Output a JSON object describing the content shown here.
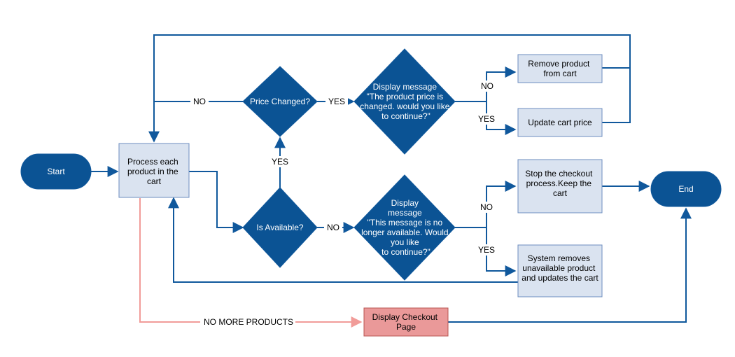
{
  "colors": {
    "primary": "#0b5394",
    "box_fill": "#dae3f0",
    "box_stroke": "#6c8ebf",
    "connector": "#10589c",
    "pink_connector": "#f19c99",
    "checkout_fill": "#ea9999",
    "checkout_stroke": "#b85450"
  },
  "nodes": {
    "start": "Start",
    "end": "End",
    "process": [
      "Process each",
      "product in the",
      "cart"
    ],
    "price_changed": "Price Changed?",
    "is_available": "Is Available?",
    "price_message": [
      "Display message",
      "\"The product price is",
      "changed. would you like",
      "to continue?\""
    ],
    "available_message": [
      "Display",
      "message",
      "\"This message is no",
      "longer available. Would",
      "you like",
      "to continue?\""
    ],
    "remove_product": [
      "Remove product",
      "from cart"
    ],
    "update_price": [
      "Update cart price"
    ],
    "stop_checkout": [
      "Stop the checkout",
      "process.Keep the",
      "cart"
    ],
    "system_removes": [
      "System removes",
      "unavailable product",
      "and updates the cart"
    ],
    "checkout_page": [
      "Display Checkout",
      "Page"
    ]
  },
  "edge_labels": {
    "price_no": "NO",
    "price_yes": "YES",
    "available_yes": "YES",
    "available_no": "NO",
    "msg1_no": "NO",
    "msg1_yes": "YES",
    "msg2_no": "NO",
    "msg2_yes": "YES",
    "no_more_products": "NO MORE PRODUCTS"
  }
}
